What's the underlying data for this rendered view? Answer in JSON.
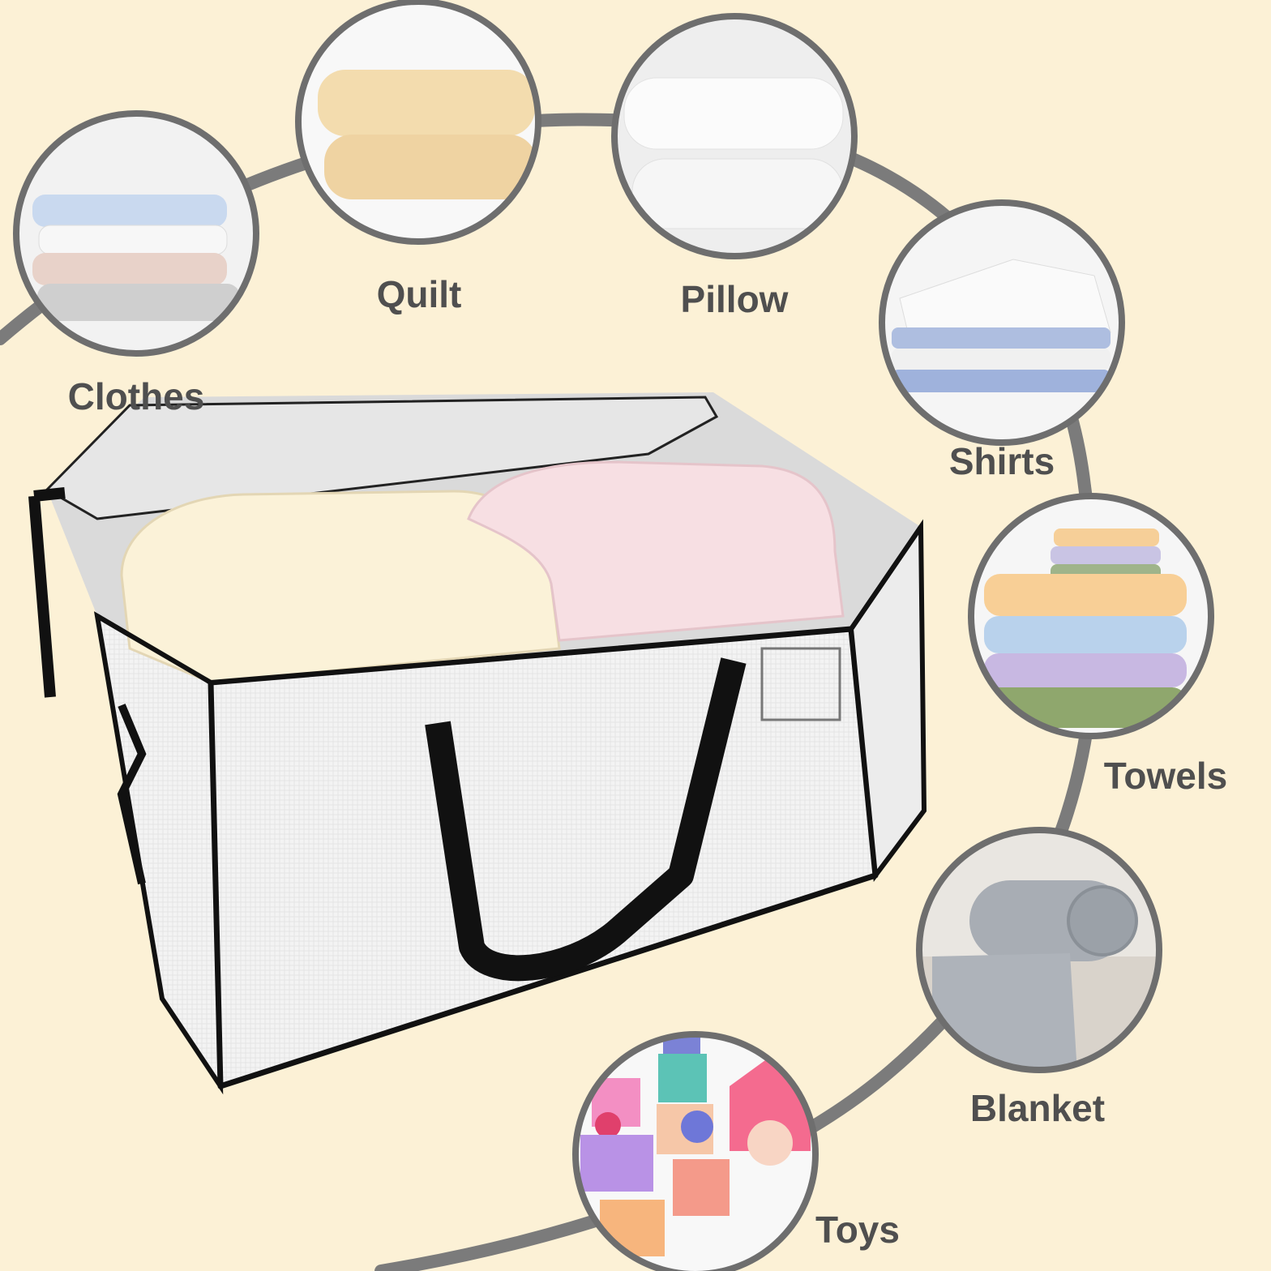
{
  "colors": {
    "background": "#fcf1d6",
    "arc_stroke": "#7b7b7b",
    "circle_border": "#6e6e6e",
    "label_text": "#4f4f4f",
    "bag_body": "#f4f4f4",
    "bag_trim": "#111111"
  },
  "product": {
    "icon": "storage-bag-illustration"
  },
  "items": [
    {
      "label": "Clothes",
      "icon": "folded-clothes-icon"
    },
    {
      "label": "Quilt",
      "icon": "folded-quilt-icon"
    },
    {
      "label": "Pillow",
      "icon": "pillow-icon"
    },
    {
      "label": "Shirts",
      "icon": "folded-shirts-icon"
    },
    {
      "label": "Towels",
      "icon": "towel-stack-icon"
    },
    {
      "label": "Blanket",
      "icon": "rolled-blanket-icon"
    },
    {
      "label": "Toys",
      "icon": "toy-blocks-icon"
    }
  ]
}
